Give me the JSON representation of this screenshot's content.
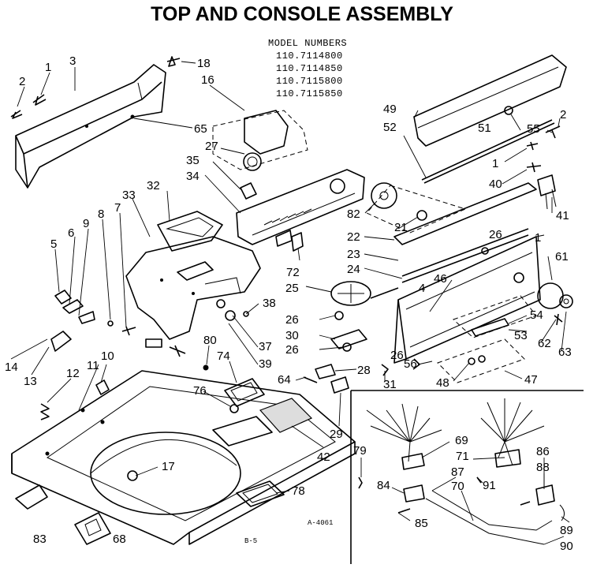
{
  "title": "TOP AND CONSOLE ASSEMBLY",
  "model_header": "MODEL NUMBERS",
  "model_numbers": [
    "110.7114800",
    "110.7114850",
    "110.7115800",
    "110.7115850"
  ],
  "drawing_code": "A-4061",
  "page_code": "B-5",
  "callouts": [
    "2",
    "1",
    "3",
    "18",
    "16",
    "65",
    "27",
    "35",
    "34",
    "33",
    "32",
    "8",
    "7",
    "9",
    "6",
    "5",
    "14",
    "13",
    "12",
    "11",
    "10",
    "80",
    "74",
    "76",
    "38",
    "37",
    "39",
    "17",
    "28",
    "64",
    "31",
    "29",
    "42",
    "78",
    "83",
    "68",
    "49",
    "52",
    "51",
    "55",
    "2",
    "1",
    "40",
    "41",
    "82",
    "21",
    "22",
    "23",
    "24",
    "25",
    "26",
    "26",
    "26",
    "26",
    "30",
    "46",
    "4",
    "1",
    "61",
    "54",
    "53",
    "56",
    "48",
    "47",
    "62",
    "63",
    "72",
    "79",
    "69",
    "71",
    "86",
    "88",
    "84",
    "87",
    "70",
    "91",
    "85",
    "89",
    "90"
  ]
}
